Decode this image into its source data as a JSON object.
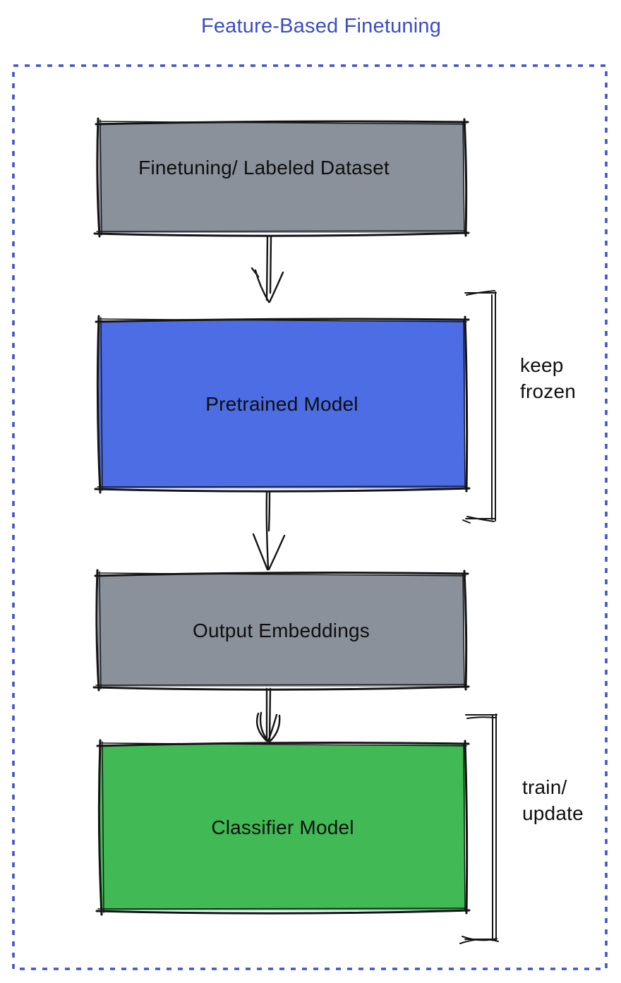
{
  "title": {
    "text": "Feature-Based Finetuning",
    "color": "#3b4cc7"
  },
  "frame": {
    "border_color": "#3e54c9"
  },
  "ink": "#141414",
  "nodes": [
    {
      "id": "finetuning-dataset",
      "label": "Finetuning/ Labeled Dataset",
      "fill": "#8b919b"
    },
    {
      "id": "pretrained-model",
      "label": "Pretrained Model",
      "fill": "#4c6de4"
    },
    {
      "id": "output-embeddings",
      "label": "Output Embeddings",
      "fill": "#8b919b"
    },
    {
      "id": "classifier-model",
      "label": "Classifier Model",
      "fill": "#41b954"
    }
  ],
  "annotations": [
    {
      "id": "keep-frozen",
      "text": "keep frozen",
      "applies_to": "pretrained-model"
    },
    {
      "id": "train-update",
      "text": "train/ update",
      "applies_to": "classifier-model"
    }
  ],
  "edges": [
    {
      "from": "finetuning-dataset",
      "to": "pretrained-model"
    },
    {
      "from": "pretrained-model",
      "to": "output-embeddings"
    },
    {
      "from": "output-embeddings",
      "to": "classifier-model"
    }
  ]
}
